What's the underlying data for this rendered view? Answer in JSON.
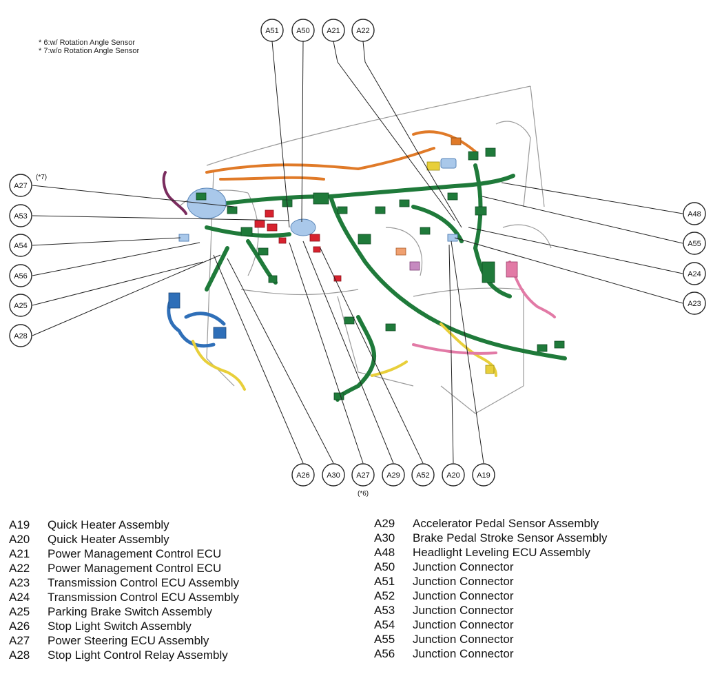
{
  "notes": [
    "* 6:w/ Rotation Angle Sensor",
    "* 7:w/o Rotation Angle Sensor"
  ],
  "callouts": {
    "A51": "A51",
    "A50": "A50",
    "A21": "A21",
    "A22": "A22",
    "A27_top": "A27",
    "A53": "A53",
    "A54": "A54",
    "A56": "A56",
    "A25": "A25",
    "A28": "A28",
    "A48": "A48",
    "A55": "A55",
    "A24": "A24",
    "A23": "A23",
    "A26": "A26",
    "A30": "A30",
    "A27_bottom": "A27",
    "A29": "A29",
    "A52": "A52",
    "A20": "A20",
    "A19": "A19"
  },
  "footnotes": {
    "a27_top": "(*7)",
    "a27_bottom": "(*6)"
  },
  "legend_left": [
    {
      "code": "A19",
      "name": "Quick Heater Assembly"
    },
    {
      "code": "A20",
      "name": "Quick Heater Assembly"
    },
    {
      "code": "A21",
      "name": "Power Management Control ECU"
    },
    {
      "code": "A22",
      "name": "Power Management Control ECU"
    },
    {
      "code": "A23",
      "name": "Transmission Control ECU Assembly"
    },
    {
      "code": "A24",
      "name": "Transmission Control ECU Assembly"
    },
    {
      "code": "A25",
      "name": "Parking Brake Switch Assembly"
    },
    {
      "code": "A26",
      "name": "Stop Light Switch Assembly"
    },
    {
      "code": "A27",
      "name": "Power Steering ECU Assembly"
    },
    {
      "code": "A28",
      "name": "Stop Light Control Relay Assembly"
    }
  ],
  "legend_right": [
    {
      "code": "A29",
      "name": "Accelerator Pedal Sensor Assembly"
    },
    {
      "code": "A30",
      "name": "Brake Pedal Stroke Sensor Assembly"
    },
    {
      "code": "A48",
      "name": "Headlight Leveling ECU Assembly"
    },
    {
      "code": "A50",
      "name": "Junction Connector"
    },
    {
      "code": "A51",
      "name": "Junction Connector"
    },
    {
      "code": "A52",
      "name": "Junction Connector"
    },
    {
      "code": "A53",
      "name": "Junction Connector"
    },
    {
      "code": "A54",
      "name": "Junction Connector"
    },
    {
      "code": "A55",
      "name": "Junction Connector"
    },
    {
      "code": "A56",
      "name": "Junction Connector"
    }
  ],
  "colors": {
    "harness_green": "#1f7a3a",
    "harness_orange": "#e07a28",
    "harness_blue": "#2f6fb8",
    "harness_yellow": "#e8cf3a",
    "harness_pink": "#e27aa6",
    "harness_purple": "#7a2c5e",
    "connector_red": "#d7222e",
    "junction_blue": "#a9c8ea",
    "outline": "#9a9a9a"
  }
}
